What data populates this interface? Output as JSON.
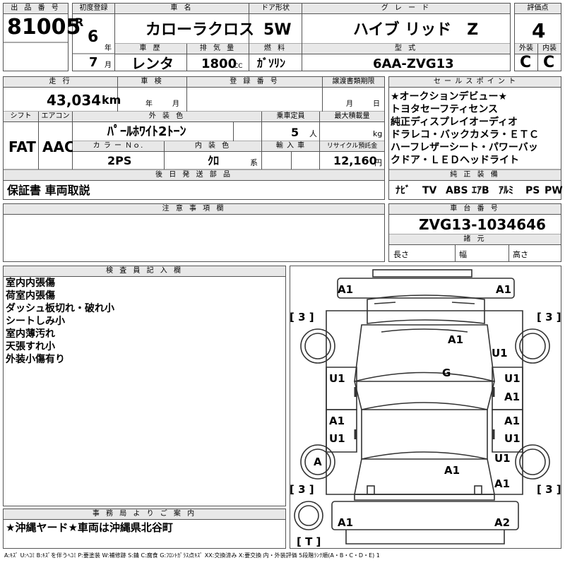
{
  "header": {
    "lot_label": "出 品 番 号",
    "lot_no": "81005",
    "first_reg_label": "初度登録",
    "era": "R",
    "reg_year": "6",
    "year_unit": "年",
    "car_name_label": "車 名",
    "car_name": "カローラクロス",
    "door_label": "ドア形状",
    "door": "5W",
    "grade_label": "グ レ ー ド",
    "grade": "ハイブ リッド　Z",
    "score_label": "評価点",
    "score": "4",
    "reg_month": "7",
    "month_unit": "月",
    "history_label": "車 歴",
    "history": "レンタ",
    "displacement_label": "排 気 量",
    "displacement": "1800",
    "cc_unit": "CC",
    "fuel_label": "燃 料",
    "fuel": "ｶﾞｿﾘﾝ",
    "model_label": "型 式",
    "model_code": "6AA-ZVG13",
    "ext_label": "外装",
    "ext_grade": "C",
    "int_label": "内装",
    "int_grade": "C"
  },
  "details": {
    "mileage_label": "走 行",
    "mileage": "43,034",
    "km_unit": "km",
    "inspection_label": "車 検",
    "insp_year_unit": "年",
    "insp_month_unit": "月",
    "reg_no_label": "登 録 番 号",
    "transfer_label": "譲渡書類期限",
    "transfer_month_unit": "月",
    "transfer_day_unit": "日",
    "shift_label": "シフト",
    "shift": "FAT",
    "ac_label": "エアコン",
    "ac": "AAC",
    "color_label": "外 装 色",
    "color": "ﾊﾟｰﾙﾎﾜｲﾄ2ﾄｰﾝ",
    "seats_label": "乗車定員",
    "seats": "5",
    "seats_unit": "人",
    "load_label": "最大積載量",
    "load_unit": "kg",
    "color_no_label": "カ ラ ー Ｎｏ.",
    "color_no": "2PS",
    "interior_label": "内 装 色",
    "interior": "ｸﾛ",
    "interior_unit": "系",
    "import_label": "輸 入 車",
    "recycle_label": "リサイクル預託金",
    "recycle": "12,160",
    "yen_unit": "円",
    "later_label": "後 日 発 送 部 品",
    "later_items": "保証書 車両取説"
  },
  "sales_points": {
    "label": "セ ー ル ス ポ イ ン ト",
    "lines": [
      "★オークションデビュー★",
      "トヨタセーフティセンス",
      "純正ディスプレイオーディオ",
      "ドラレコ・バックカメラ・ＥＴＣ",
      "ハーフレザーシート・パワーバッ",
      "クドア・ＬＥＤヘッドライト"
    ]
  },
  "equipment": {
    "label": "純 正 装 備",
    "items": [
      "ﾅﾋﾞ",
      "TV",
      "ABS",
      "ｴｱB",
      "ｱﾙﾐ",
      "PS",
      "PW"
    ]
  },
  "notes": {
    "label": "注 意 事 項 欄"
  },
  "chassis": {
    "label": "車 台 番 号",
    "number": "ZVG13-1034646",
    "dims_label": "諸 元",
    "length_label": "長さ",
    "width_label": "幅",
    "height_label": "高さ"
  },
  "inspector": {
    "label": "検 査 員 記 入 欄",
    "lines": [
      "室内内張傷",
      "荷室内張傷",
      "ダッシュ板切れ・破れ小",
      "シートしみ小",
      "室内薄汚れ",
      "天張すれ小",
      "外装小傷有り"
    ]
  },
  "diagram": {
    "marks": {
      "a1_front_left": "A1",
      "a1_front_right": "A1",
      "tire_fl": "[ 3 ]",
      "tire_fr": "[ 3 ]",
      "tire_rl": "[ 3 ]",
      "tire_rr": "[ 3 ]",
      "hood": "A1",
      "right_fender": "U1",
      "windshield": "G",
      "left_front_door_top": "U1",
      "right_front_door_a": "U1",
      "right_front_door_b": "A1",
      "left_rear_door_a": "A1",
      "left_rear_door_b": "U1",
      "right_rear_door_a": "A1",
      "right_rear_door_b": "U1",
      "left_rear_wheel": "A",
      "right_rear_wheel": "U1",
      "rear_body": "A1",
      "right_quarter": "A1",
      "rear_left": "A1",
      "rear_right": "A2",
      "spare": "[ T ]"
    }
  },
  "office": {
    "label": "事 務 局 よ り ご 案 内",
    "message": "★沖縄ヤード★車両は沖縄県北谷町"
  },
  "legend": "A:ｷｽﾞ  U:ﾍｺﾐ  B:ｷｽﾞを伴うﾍｺﾐ  P:要塗装  W:補修跡  S:錆  C:腐食  G:ﾌﾛﾝﾄｶﾞﾗｽ点ｷｽﾞ  XX:交換済み  X:要交換   内・外装評価  5段階ﾗﾝｸ順(A・B・C・D・E) 1"
}
